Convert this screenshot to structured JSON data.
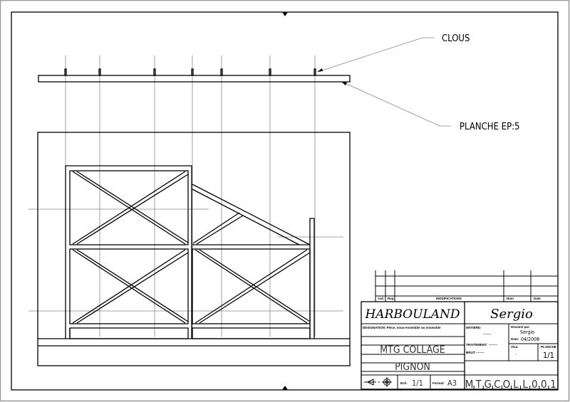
{
  "annotations": {
    "nails": "CLOUS",
    "plank": "PLANCHE EP:5"
  },
  "title_block": {
    "modifications_header": {
      "ind": "Ind.",
      "rep": "Rep.",
      "modifications": "MODIFICATIONS",
      "nom": "Nom",
      "date": "Date"
    },
    "company": "HARBOULAND",
    "author_big": "Sergio",
    "designation_label": "DESIGNATION: Pièce, sous-ensemble ou ensemble",
    "title_line1": "MTG COLLAGE",
    "title_line2": "PIGNON",
    "matiere_label": "MATIERE:",
    "matiere_value": "------",
    "traitement_label": "TRAITEMENT:",
    "traitement_value": "------",
    "brut_label": "BRUT:",
    "brut_value": "------",
    "dessine_label": "Dessiné par:",
    "dessine_value": "Sergio",
    "date_label": "Date:",
    "date_value": "04/2008",
    "visa_label": "Visa:",
    "visa_value": ".",
    "planche_label": "PLANCHE",
    "planche_value": "1/1",
    "echelle_label": "Ech:",
    "echelle_value": "1/1",
    "format_label": "Format:",
    "format_value": "A3",
    "drawing_number": [
      "M",
      "T",
      "G",
      "C",
      "O",
      "L",
      "L",
      "0",
      "0",
      "1"
    ]
  }
}
